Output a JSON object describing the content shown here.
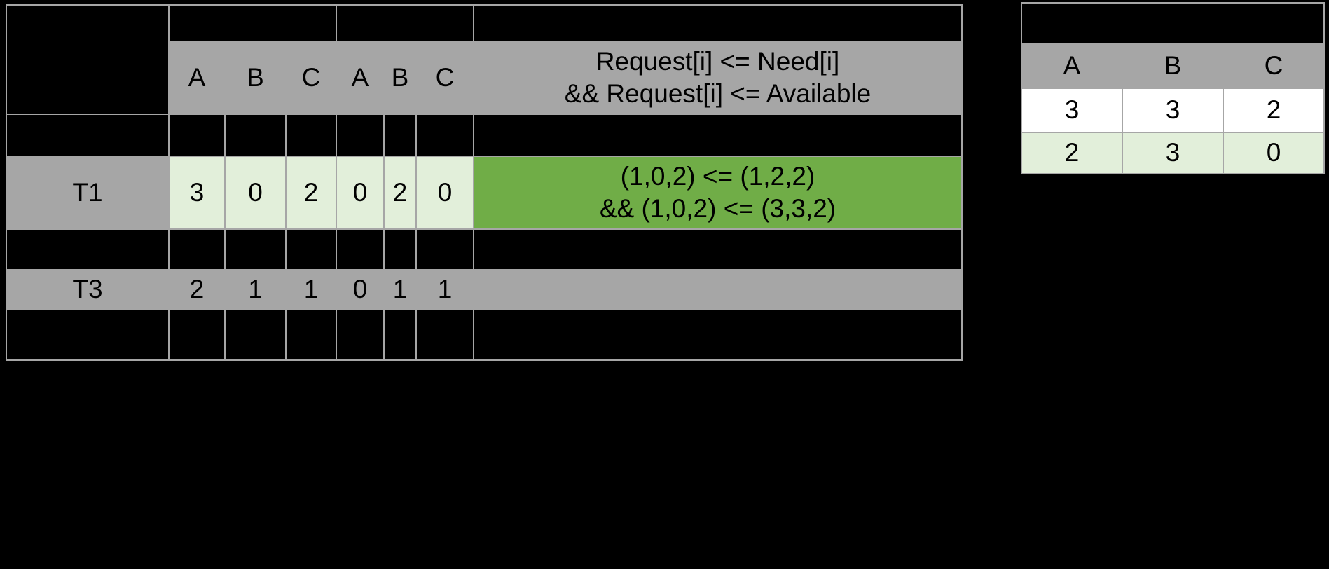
{
  "page": {
    "background": "#000000"
  },
  "colors": {
    "gray_fill": "#a6a6a6",
    "light_green_fill": "#e2efda",
    "green_fill": "#70ad47",
    "white_fill": "#ffffff",
    "grid_line": "#a6a6a6",
    "text": "#000000"
  },
  "main_table": {
    "header": {
      "letters": [
        "A",
        "B",
        "C",
        "A",
        "B",
        "C"
      ],
      "condition_line1": "Request[i] <= Need[i]",
      "condition_line2": "&& Request[i] <= Available"
    },
    "rows": [
      {
        "label": "",
        "values": [
          "",
          "",
          "",
          "",
          "",
          ""
        ],
        "cond1": "",
        "cond2": ""
      },
      {
        "label": "T1",
        "values": [
          "3",
          "0",
          "2",
          "0",
          "2",
          "0"
        ],
        "cond1": "(1,0,2) <= (1,2,2)",
        "cond2": "&& (1,0,2) <= (3,3,2)"
      },
      {
        "label": "",
        "values": [
          "",
          "",
          "",
          "",
          "",
          ""
        ],
        "cond1": "",
        "cond2": ""
      },
      {
        "label": "T3",
        "values": [
          "2",
          "1",
          "1",
          "0",
          "1",
          "1"
        ],
        "cond1": "",
        "cond2": ""
      },
      {
        "label": "",
        "values": [
          "",
          "",
          "",
          "",
          "",
          ""
        ],
        "cond1": "",
        "cond2": ""
      }
    ]
  },
  "side_table": {
    "headers": [
      "A",
      "B",
      "C"
    ],
    "rows": [
      {
        "values": [
          "3",
          "3",
          "2"
        ]
      },
      {
        "values": [
          "2",
          "3",
          "0"
        ]
      }
    ]
  }
}
